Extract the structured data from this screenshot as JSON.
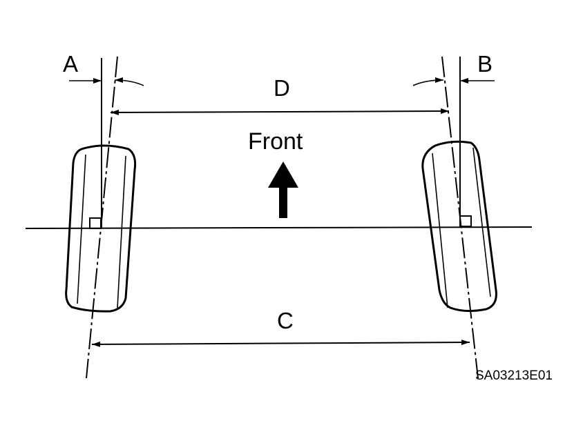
{
  "labels": {
    "a": "A",
    "b": "B",
    "c": "C",
    "d": "D",
    "front": "Front",
    "figure_code": "SA03213E01"
  },
  "colors": {
    "ink": "#000000",
    "paper": "#ffffff"
  },
  "icons": {
    "direction": "arrow-up-icon"
  }
}
